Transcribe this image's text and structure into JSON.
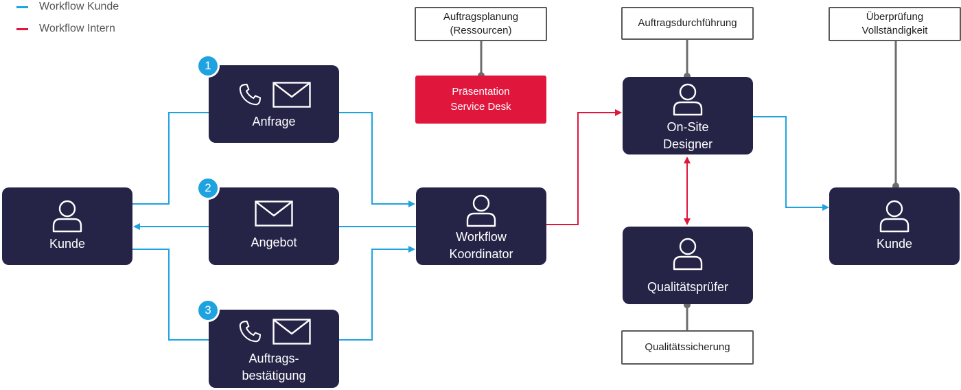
{
  "legend": [
    {
      "label": "Workflow Kunde",
      "color": "#1fa3e0"
    },
    {
      "label": "Workflow Intern",
      "color": "#e0163c"
    }
  ],
  "colors": {
    "node_bg": "#252346",
    "customer_flow": "#1fa3e0",
    "internal_flow": "#e0163c",
    "connector_gray": "#6d6d6d"
  },
  "nodes": {
    "kunde_left": {
      "label": "Kunde",
      "icon": "person-icon"
    },
    "anfrage": {
      "label": "Anfrage",
      "badge": "1",
      "icons": [
        "phone-icon",
        "envelope-icon"
      ]
    },
    "angebot": {
      "label": "Angebot",
      "badge": "2",
      "icons": [
        "envelope-icon"
      ]
    },
    "auftragsbestaetigung": {
      "label": "Auftrags-\nbestätigung",
      "badge": "3",
      "icons": [
        "phone-icon",
        "envelope-icon"
      ]
    },
    "workflow_koordinator": {
      "label": "Workflow\nKoordinator",
      "icon": "person-icon"
    },
    "on_site_designer": {
      "label": "On-Site\nDesigner",
      "icon": "person-icon"
    },
    "qualitaetspruefer": {
      "label": "Qualitätsprüfer",
      "icon": "person-icon"
    },
    "kunde_right": {
      "label": "Kunde",
      "icon": "person-icon"
    }
  },
  "boxes": {
    "auftragsplanung": "Auftragsplanung\n(Ressourcen)",
    "praesentation": "Präsentation\nService Desk",
    "auftragsdurchfuehrung": "Auftragsdurchführung",
    "ueberpruefung": "Überprüfung\nVollständigkeit",
    "qualitaetssicherung": "Qualitätssicherung"
  }
}
